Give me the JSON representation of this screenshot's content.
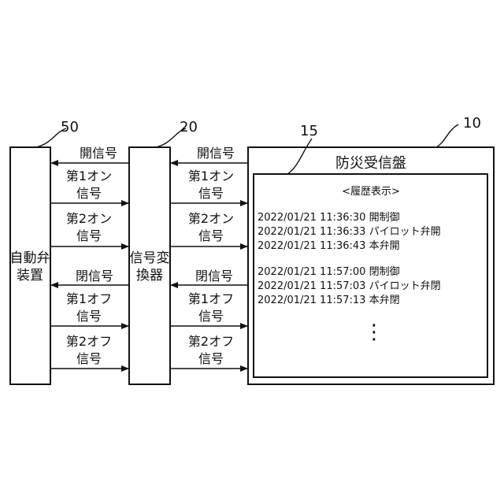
{
  "refs": {
    "left": "50",
    "middle": "20",
    "panel": "10",
    "screen": "15"
  },
  "blocks": {
    "valve": {
      "line1": "自動弁",
      "line2": "装置"
    },
    "converter": {
      "line1": "信号変",
      "line2": "換器"
    },
    "panel": {
      "title": "防災受信盤"
    }
  },
  "signals_left": {
    "open": "開信号",
    "on1": {
      "line1": "第1オン",
      "line2": "信号"
    },
    "on2": {
      "line1": "第2オン",
      "line2": "信号"
    },
    "close": "閉信号",
    "off1": {
      "line1": "第1オフ",
      "line2": "信号"
    },
    "off2": {
      "line1": "第2オフ",
      "line2": "信号"
    }
  },
  "signals_right": {
    "open": "開信号",
    "on1": {
      "line1": "第1オン",
      "line2": "信号"
    },
    "on2": {
      "line1": "第2オン",
      "line2": "信号"
    },
    "close": "閉信号",
    "off1": {
      "line1": "第1オフ",
      "line2": "信号"
    },
    "off2": {
      "line1": "第2オフ",
      "line2": "信号"
    }
  },
  "history": {
    "title": "<履歴表示>",
    "rows": [
      "2022/01/21 11:36:30 開制御",
      "2022/01/21 11:36:33 パイロット弁開",
      "2022/01/21 11:36:43 本弁開",
      "2022/01/21 11:57:00 閉制御",
      "2022/01/21 11:57:03 パイロット弁閉",
      "2022/01/21 11:57:13 本弁閉"
    ],
    "ellipsis": "⋮"
  }
}
